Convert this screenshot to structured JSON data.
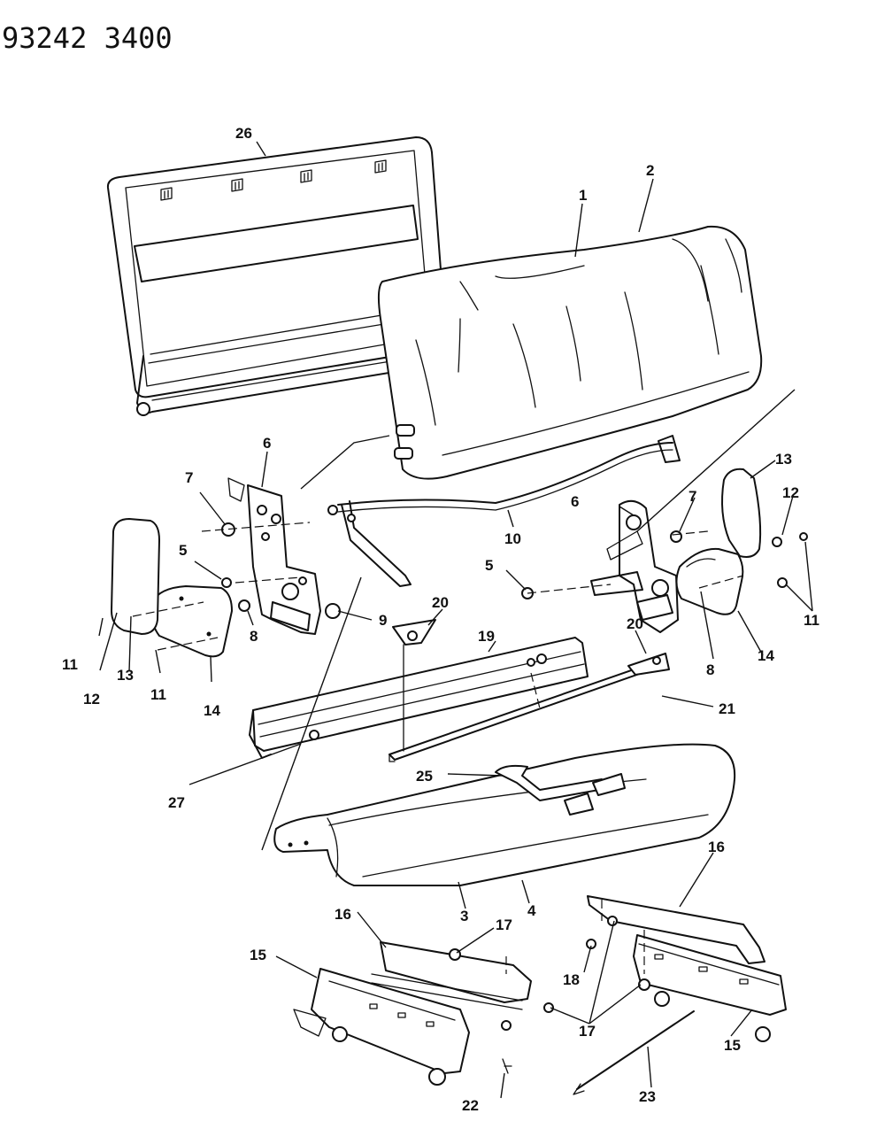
{
  "header": {
    "code": "93242 3400"
  },
  "callouts": [
    {
      "id": "c26a",
      "label": "26"
    },
    {
      "id": "c1",
      "label": "1"
    },
    {
      "id": "c2",
      "label": "2"
    },
    {
      "id": "c6a",
      "label": "6"
    },
    {
      "id": "c7a",
      "label": "7"
    },
    {
      "id": "c5a",
      "label": "5"
    },
    {
      "id": "c9",
      "label": "9"
    },
    {
      "id": "c8a",
      "label": "8"
    },
    {
      "id": "c11a",
      "label": "11"
    },
    {
      "id": "c12a",
      "label": "12"
    },
    {
      "id": "c13a",
      "label": "13"
    },
    {
      "id": "c11b",
      "label": "11"
    },
    {
      "id": "c14a",
      "label": "14"
    },
    {
      "id": "c10",
      "label": "10"
    },
    {
      "id": "c6b",
      "label": "6"
    },
    {
      "id": "c7b",
      "label": "7"
    },
    {
      "id": "c13b",
      "label": "13"
    },
    {
      "id": "c12b",
      "label": "12"
    },
    {
      "id": "c5b",
      "label": "5"
    },
    {
      "id": "c11c",
      "label": "11"
    },
    {
      "id": "c8b",
      "label": "8"
    },
    {
      "id": "c14b",
      "label": "14"
    },
    {
      "id": "c20a",
      "label": "20"
    },
    {
      "id": "c19",
      "label": "19"
    },
    {
      "id": "c20b",
      "label": "20"
    },
    {
      "id": "c21",
      "label": "21"
    },
    {
      "id": "c25",
      "label": "25"
    },
    {
      "id": "c27",
      "label": "27"
    },
    {
      "id": "c3",
      "label": "3"
    },
    {
      "id": "c4",
      "label": "4"
    },
    {
      "id": "c16a",
      "label": "16"
    },
    {
      "id": "c16b",
      "label": "16"
    },
    {
      "id": "c17a",
      "label": "17"
    },
    {
      "id": "c15a",
      "label": "15"
    },
    {
      "id": "c18",
      "label": "18"
    },
    {
      "id": "c17b",
      "label": "17"
    },
    {
      "id": "c15b",
      "label": "15"
    },
    {
      "id": "c22",
      "label": "22"
    },
    {
      "id": "c23",
      "label": "23"
    }
  ]
}
